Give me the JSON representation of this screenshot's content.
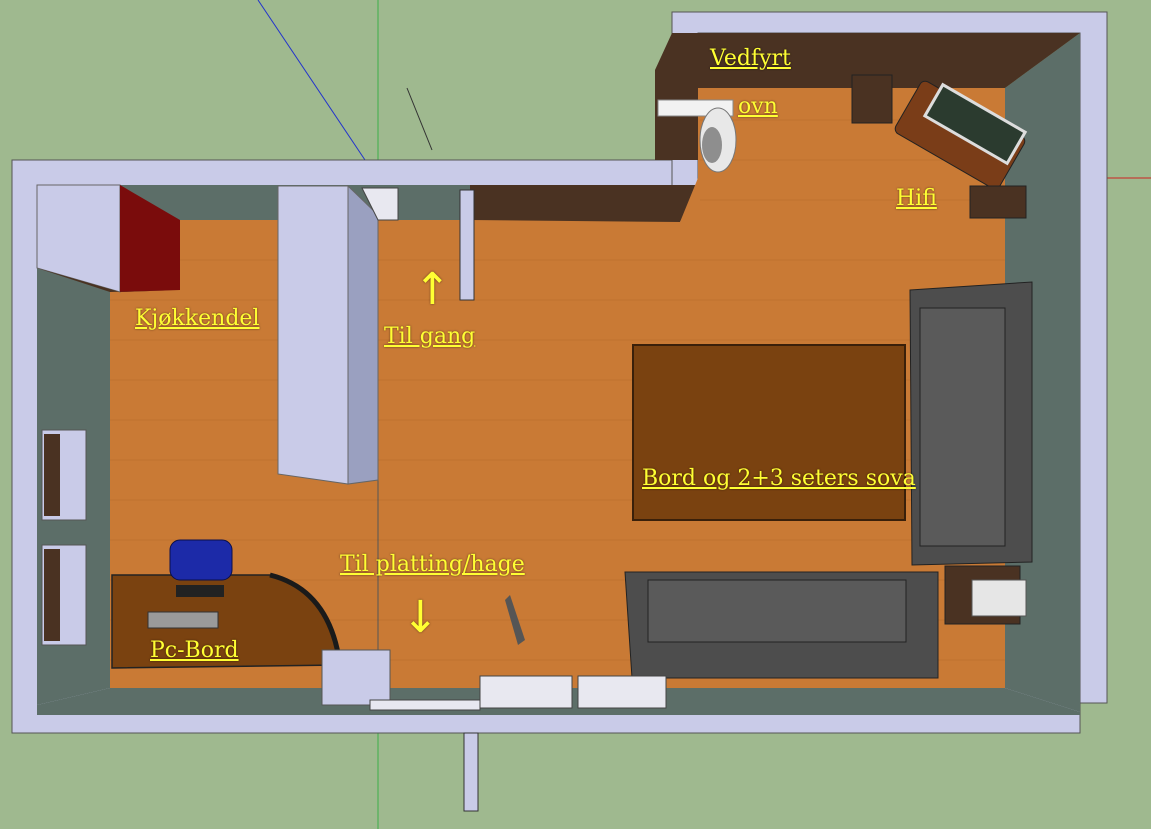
{
  "labels": {
    "vedfyrt": "Vedfyrt",
    "ovn": "ovn",
    "hifi": "Hifi",
    "kjokkendel": "Kjøkkendel",
    "til_gang": "Til gang",
    "bord_sova": "Bord og 2+3 seters sova",
    "til_platting": "Til platting/hage",
    "pc_bord": "Pc-Bord"
  },
  "arrows": {
    "up": "↑",
    "down": "↓"
  },
  "colors": {
    "background": "#9fb98f",
    "wall_top": "#c9cbe8",
    "wall_inner": "#5c6e68",
    "floor": "#c97a35",
    "dark_wood": "#4a3222",
    "table": "#7a4210",
    "sofa": "#4d4d4d",
    "sofa_dark": "#333333",
    "label_text": "#ffff33",
    "kitchen_red": "#7a0c0c",
    "chair_blue": "#1c2aa8"
  }
}
